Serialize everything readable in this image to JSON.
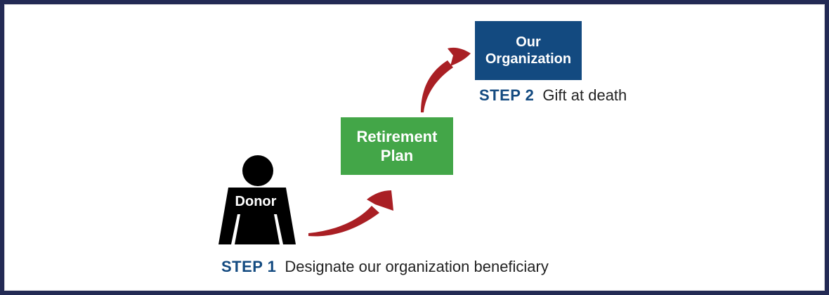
{
  "frame": {
    "border_color": "#232A54",
    "background_color": "#FFFFFF"
  },
  "nodes": {
    "donor": {
      "label": "Donor",
      "fill_color": "#000000",
      "text_color": "#FFFFFF"
    },
    "retirement_plan": {
      "label": "Retirement Plan",
      "fill_color": "#43A648",
      "text_color": "#FFFFFF"
    },
    "organization": {
      "label": "Our Organization",
      "fill_color": "#134A80",
      "text_color": "#FFFFFF"
    }
  },
  "steps": [
    {
      "title": "STEP 1",
      "description": "Designate our organization beneficiary",
      "title_color": "#134A80",
      "description_color": "#232323"
    },
    {
      "title": "STEP 2",
      "description": "Gift at death",
      "title_color": "#134A80",
      "description_color": "#232323"
    }
  ],
  "arrows": {
    "color": "#A91F24",
    "step1_arrow": "donor-to-retirement-plan",
    "step2_arrow": "retirement-plan-to-organization"
  }
}
